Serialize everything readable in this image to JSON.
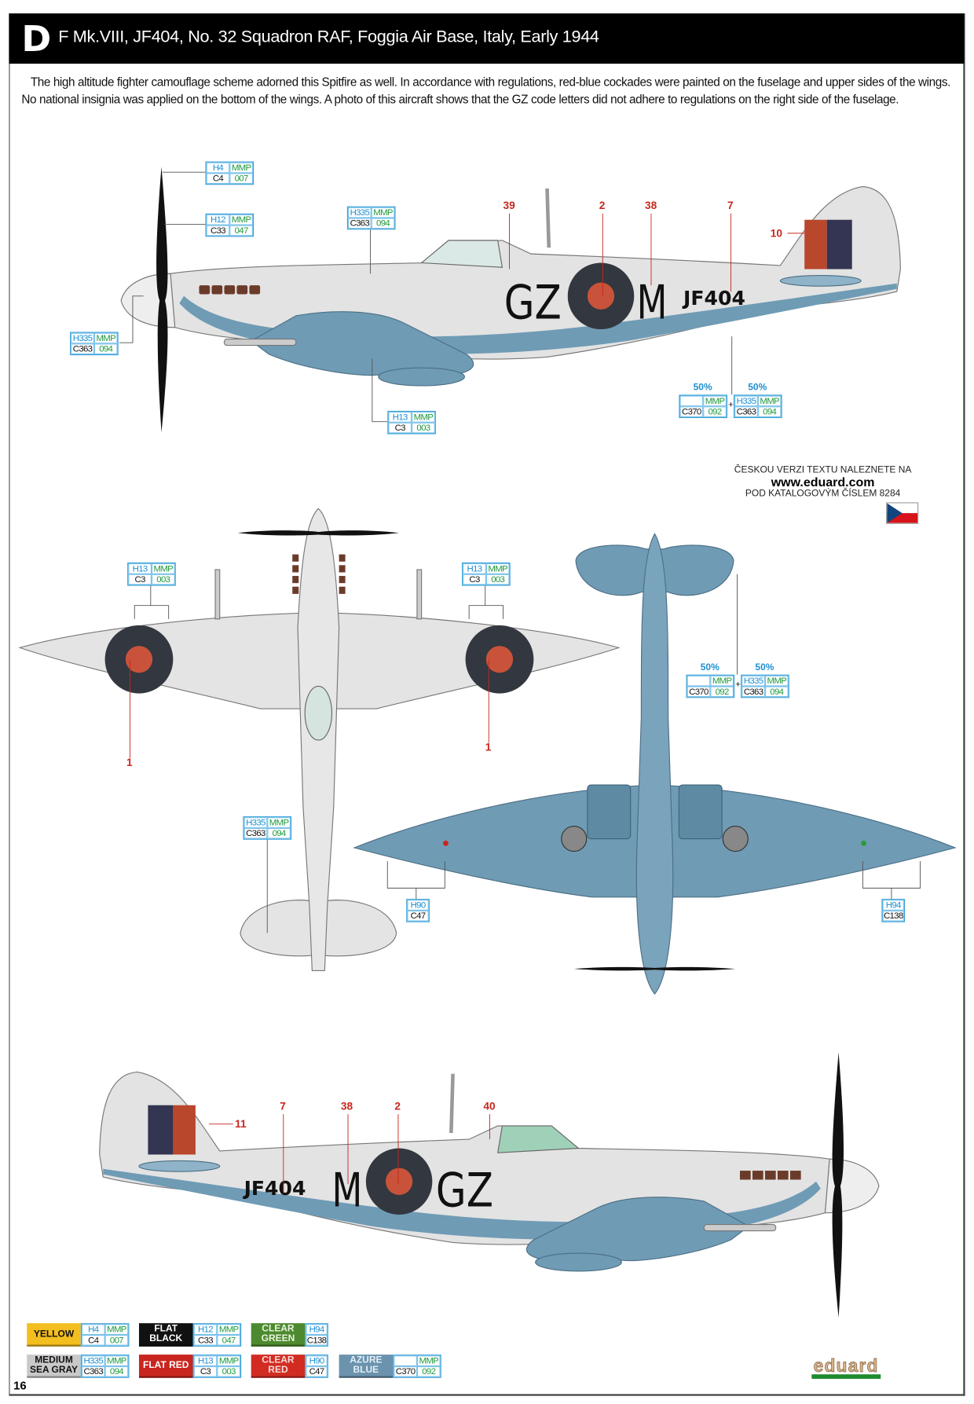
{
  "header": {
    "letter": "D",
    "title": "F Mk.VIII, JF404, No. 32 Squadron RAF, Foggia Air Base, Italy, Early 1944"
  },
  "description": "The high altitude fighter camouflage scheme adorned this Spitfire as well. In accordance with regulations, red-blue cockades were painted on the fuselage and upper sides of the wings. No national insignia was applied on the bottom of the wings. A photo of this aircraft shows that the GZ code letters did not adhere to regulations on the right side of the fuselage.",
  "markings": {
    "code_left": "GZ",
    "code_right": "M",
    "serial": "JF404"
  },
  "stencils": {
    "left": [
      "39",
      "2",
      "38",
      "7",
      "10"
    ],
    "top": [
      "1",
      "1"
    ],
    "right": [
      "7",
      "38",
      "2",
      "40",
      "11"
    ]
  },
  "callouts": [
    {
      "h": "H4",
      "mmp": "MMP",
      "c": "C4",
      "mmp_no": "007"
    },
    {
      "h": "H12",
      "mmp": "MMP",
      "c": "C33",
      "mmp_no": "047"
    },
    {
      "h": "H335",
      "mmp": "MMP",
      "c": "C363",
      "mmp_no": "094"
    },
    {
      "h": "H335",
      "mmp": "MMP",
      "c": "C363",
      "mmp_no": "094"
    },
    {
      "h": "H13",
      "mmp": "MMP",
      "c": "C3",
      "mmp_no": "003"
    },
    {
      "h": "",
      "mmp": "MMP",
      "c": "C370",
      "mmp_no": "092",
      "pct": "50%"
    },
    {
      "h": "H335",
      "mmp": "MMP",
      "c": "C363",
      "mmp_no": "094",
      "pct": "50%"
    },
    {
      "h": "H13",
      "mmp": "MMP",
      "c": "C3",
      "mmp_no": "003"
    },
    {
      "h": "H13",
      "mmp": "MMP",
      "c": "C3",
      "mmp_no": "003"
    },
    {
      "h": "H335",
      "mmp": "MMP",
      "c": "C363",
      "mmp_no": "094"
    },
    {
      "h": "",
      "mmp": "MMP",
      "c": "C370",
      "mmp_no": "092",
      "pct": "50%"
    },
    {
      "h": "H335",
      "mmp": "MMP",
      "c": "C363",
      "mmp_no": "094",
      "pct": "50%"
    },
    {
      "h": "H90",
      "c": "C47"
    },
    {
      "h": "H94",
      "c": "C138"
    }
  ],
  "plus": "+",
  "czech": {
    "line1": "ČESKOU VERZI TEXTU NALEZNETE NA",
    "url": "www.eduard.com",
    "line3": "POD KATALOGOVÝM ČÍSLEM 8284"
  },
  "legend": [
    {
      "name1": "YELLOW",
      "name2": "",
      "color": "#f3be1f",
      "h": "H4",
      "mmp": "MMP",
      "c": "C4",
      "mmp_no": "007"
    },
    {
      "name1": "FLAT",
      "name2": "BLACK",
      "color": "#111111",
      "h": "H12",
      "mmp": "MMP",
      "c": "C33",
      "mmp_no": "047"
    },
    {
      "name1": "CLEAR",
      "name2": "GREEN",
      "color": "#4d8a2f",
      "h": "H94",
      "c": "C138"
    },
    {
      "name1": "MEDIUM",
      "name2": "SEA GRAY",
      "color": "#c9c9c9",
      "h": "H335",
      "mmp": "MMP",
      "c": "C363",
      "mmp_no": "094"
    },
    {
      "name1": "FLAT RED",
      "name2": "",
      "color": "#c8261e",
      "h": "H13",
      "mmp": "MMP",
      "c": "C3",
      "mmp_no": "003"
    },
    {
      "name1": "CLEAR",
      "name2": "RED",
      "color": "#d22c22",
      "h": "H90",
      "c": "C47"
    },
    {
      "name1": "AZURE",
      "name2": "BLUE",
      "color": "#6b93ad",
      "h": "",
      "mmp": "MMP",
      "c": "C370",
      "mmp_no": "092"
    }
  ],
  "page_number": "16",
  "logo": "eduard",
  "colors": {
    "sky_gray": "#e2e2e2",
    "azure": "#6f9bb5",
    "roundel_blue": "#33373f",
    "roundel_red": "#c8533a",
    "fin_red": "#b8472c",
    "fin_blue": "#343552"
  }
}
